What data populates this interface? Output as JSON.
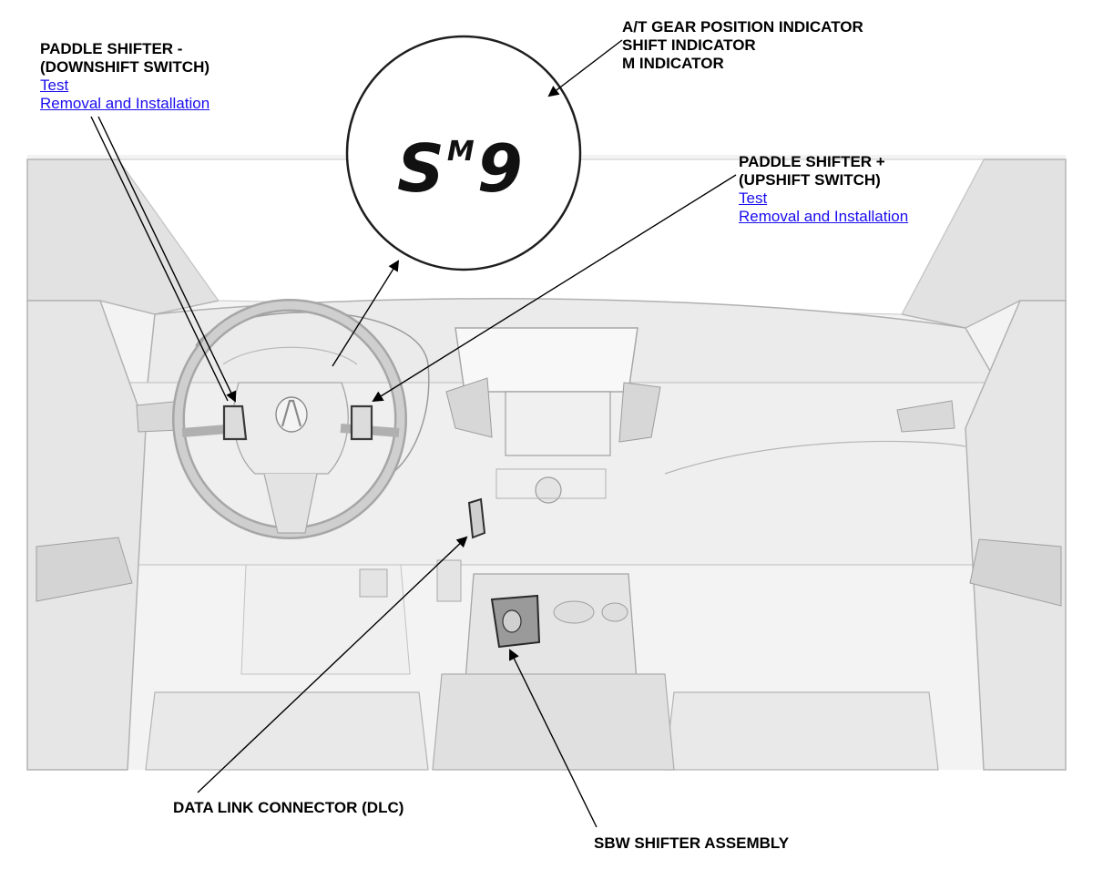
{
  "indicator_display": {
    "gear_letter": "S",
    "mode_letter": "M",
    "gear_number": "9"
  },
  "callouts": {
    "at_gear": {
      "lines": [
        "A/T GEAR POSITION INDICATOR",
        "SHIFT INDICATOR",
        "M INDICATOR"
      ]
    },
    "paddle_down": {
      "lines": [
        "PADDLE SHIFTER -",
        "(DOWNSHIFT SWITCH)"
      ],
      "links": [
        "Test",
        "Removal and Installation"
      ]
    },
    "paddle_up": {
      "lines": [
        "PADDLE SHIFTER +",
        "(UPSHIFT SWITCH)"
      ],
      "links": [
        "Test",
        "Removal and Installation"
      ]
    },
    "dlc": {
      "label": "DATA LINK CONNECTOR (DLC)"
    },
    "sbw": {
      "label": "SBW SHIFTER ASSEMBLY"
    }
  },
  "colors": {
    "link": "#1a0dee",
    "line_art": "#9a9a9a",
    "fill_light": "#ededed",
    "fill_mid": "#dcdcdc",
    "highlight": "#555555"
  }
}
